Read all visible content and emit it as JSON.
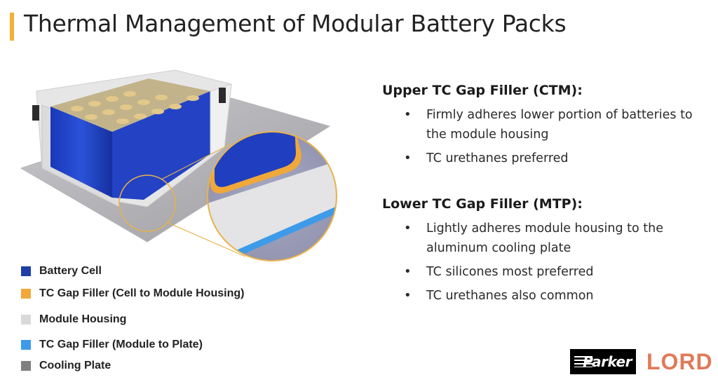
{
  "title": "Thermal Management of Modular Battery Packs",
  "legend": [
    {
      "label": "Battery Cell",
      "color": "#1f3fa8"
    },
    {
      "label": "TC Gap Filler (Cell to Module Housing)",
      "color": "#f0a83a"
    },
    {
      "label": "Module Housing",
      "color": "#d9d9d9"
    },
    {
      "label": "TC Gap Filler (Module to Plate)",
      "color": "#3d9be9"
    },
    {
      "label": "Cooling Plate",
      "color": "#808080"
    }
  ],
  "sections": [
    {
      "heading": "Upper TC Gap Filler (CTM):",
      "bullets": [
        "Firmly adheres lower portion of batteries to the module housing",
        "TC urethanes preferred"
      ]
    },
    {
      "heading": "Lower TC Gap Filler (MTP):",
      "bullets": [
        "Lightly adheres module housing to the aluminum cooling plate",
        "TC silicones most preferred",
        "TC urethanes also common"
      ]
    }
  ],
  "logos": {
    "parker": "Parker",
    "lord": "LORD"
  }
}
